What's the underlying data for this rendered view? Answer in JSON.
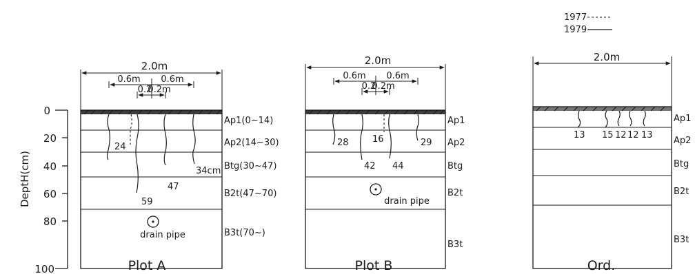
{
  "legend": {
    "items": [
      {
        "label": "1977",
        "style": "dashed"
      },
      {
        "label": "1979",
        "style": "solid"
      }
    ]
  },
  "axis": {
    "title": "DeptH(cm)",
    "ticks": [
      "0",
      "20",
      "40",
      "60",
      "80",
      "100"
    ]
  },
  "plots": [
    {
      "title": "Plot A",
      "width_label": "2.0m",
      "spacing_labels": [
        "0.6m",
        "0.6m",
        "0.2",
        "0.2m"
      ],
      "layers": [
        "Ap1(0~14)",
        "Ap2(14~30)",
        "Btg(30~47)",
        "B2t(47~70)",
        "B3t(70~)"
      ],
      "root_labels": [
        "24",
        "59",
        "47",
        "34cm"
      ],
      "drain_label": "drain pipe"
    },
    {
      "title": "Plot B",
      "width_label": "2.0m",
      "spacing_labels": [
        "0.6m",
        "0.6m",
        "0.2",
        "0.2m"
      ],
      "layers": [
        "Ap1",
        "Ap2",
        "Btg",
        "B2t",
        "B3t"
      ],
      "root_labels": [
        "28",
        "16",
        "42",
        "44",
        "29"
      ],
      "drain_label": "drain pipe"
    },
    {
      "title": "Ord.",
      "width_label": "2.0m",
      "layers": [
        "Ap1",
        "Ap2",
        "Btg",
        "B2t",
        "B3t"
      ],
      "root_labels": [
        "13",
        "15",
        "12",
        "12",
        "13"
      ]
    }
  ]
}
